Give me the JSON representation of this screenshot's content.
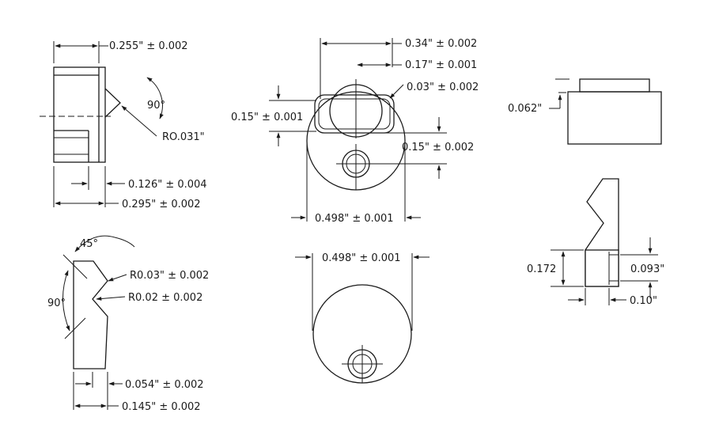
{
  "colors": {
    "ink": "#1a1a1a",
    "paper": "#ffffff"
  },
  "views": {
    "side_top_left": {
      "dim_width": "0.255\" ± 0.002",
      "angle": "90°",
      "radius": "RO.031\"",
      "dim_step": "0.126\" ± 0.004",
      "dim_overall": "0.295\" ± 0.002"
    },
    "front_top_center": {
      "dim_slot_width": "0.34\" ± 0.002",
      "dim_half": "0.17\" ± 0.001",
      "dim_wall": "0.03\" ± 0.002",
      "dim_slot_height": "0.15\" ± 0.001",
      "dim_hole_offset": "0.15\" ± 0.002",
      "dim_diameter": "0.498\" ± 0.001"
    },
    "top_right": {
      "dim_step_height": "0.062\""
    },
    "side_bottom_left": {
      "angle_top": "45°",
      "angle_left": "90°",
      "radius_upper": "R0.03\" ± 0.002",
      "radius_lower": "R0.02 ± 0.002",
      "dim_notch": "0.054\" ± 0.002",
      "dim_overall": "0.145\" ± 0.002"
    },
    "bottom_center": {
      "dim_diameter": "0.498\" ± 0.001"
    },
    "bottom_right": {
      "dim_height": "0.172",
      "dim_hole": "0.093\"",
      "dim_width": "0.10\""
    }
  }
}
